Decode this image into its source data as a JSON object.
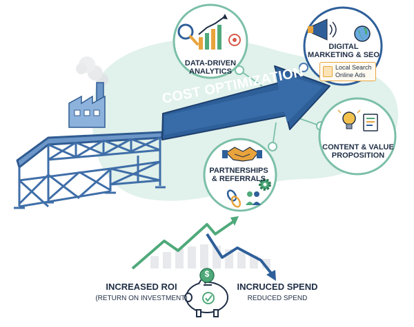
{
  "main_arrow": {
    "label": "COST OPTIMIZATION"
  },
  "nodes": {
    "analytics": {
      "label_line1": "DATA-DRIVEN",
      "label_line2": "ANALYTICS"
    },
    "marketing": {
      "label_line1": "DIGITAL",
      "label_line2": "MARKETING & SEO",
      "callout_line1": "Local Search",
      "callout_line2": "Online Ads"
    },
    "content": {
      "label_line1": "CONTENT & VALUE",
      "label_line2": "PROPOSITION"
    },
    "partnerships": {
      "label_line1": "PARTNERSHIPS",
      "label_line2": "& REFERRALS"
    }
  },
  "bottom": {
    "left_title": "INCREASED ROI",
    "left_subtitle": "(RETURN ON INVESTMENT)",
    "right_title": "INCRUCED SPEND",
    "right_subtitle": "REDUCED SPEND",
    "coin_symbol": "$"
  },
  "colors": {
    "arrow_blue": "#2e5f99",
    "bridge_blue": "#4a78b0",
    "circle_border": "#7bbfa7",
    "green": "#4fa97a",
    "navy": "#1e2d44",
    "blob": "#d8ece4"
  }
}
